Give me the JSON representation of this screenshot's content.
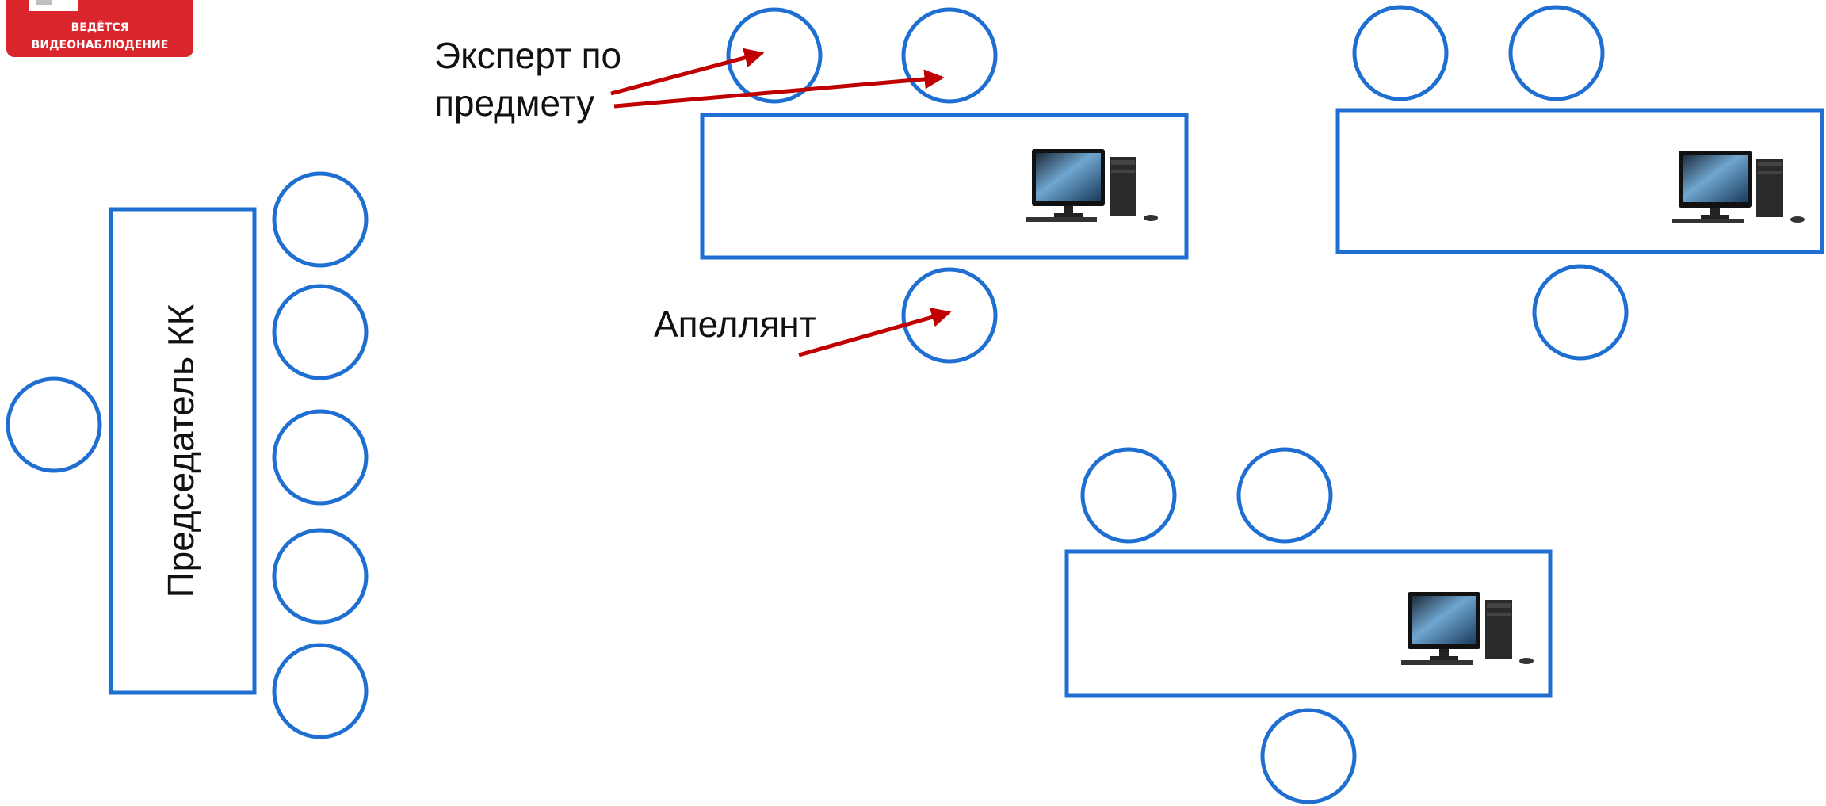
{
  "sign": {
    "line1": "ВЕДЁТСЯ",
    "line2": "ВИДЕОНАБЛЮДЕНИЕ",
    "color": "#d9262c",
    "icon": "camera-icon"
  },
  "labels": {
    "expert_line1": "Эксперт по",
    "expert_line2": "предмету",
    "appellant": "Апеллянт",
    "chair": "Председатель КК"
  },
  "colors": {
    "outline": "#1e6fd1",
    "arrow": "#c00000"
  },
  "icons": {
    "workstation": "computer-icon"
  }
}
